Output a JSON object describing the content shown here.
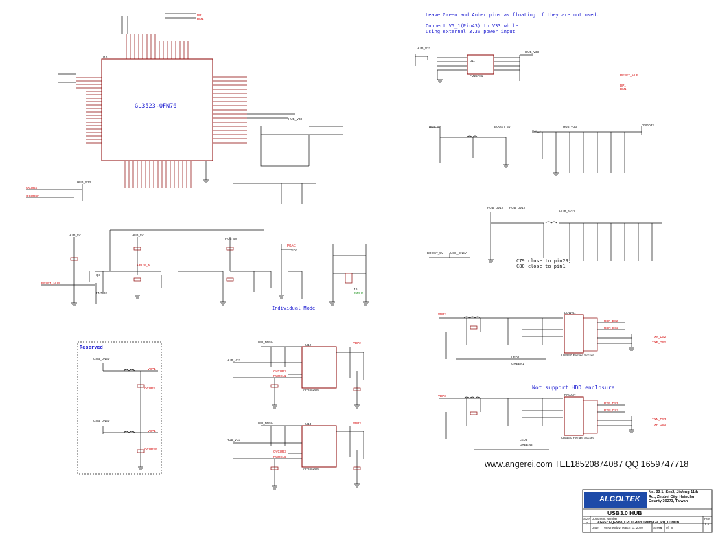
{
  "notes": {
    "floating_pins": "Leave Green and Amber pins as floating if they are not used.",
    "connect_line1": "Connect V5_1(Pin43) to V33 while",
    "connect_line2": "using external 3.3V power input",
    "individual_mode": "Individual Mode",
    "reserved": "Reserved",
    "hdd": "Not support HDD enclosure",
    "cap_note1": "C79 close to pin29,",
    "cap_note2": "C80 close to pin1"
  },
  "main_chip": {
    "ref": "U10",
    "part": "GL3523-QFN76"
  },
  "components": {
    "flash": {
      "ref": "U11",
      "part": "FM25F01"
    },
    "power_switch1": {
      "ref": "U12",
      "part": "AP2552W6"
    },
    "power_switch2": {
      "ref": "U13",
      "part": "AP2552W6"
    },
    "port1_conn": {
      "ref": "DDWN1",
      "part": "USB3.0 Female Socket"
    },
    "port2_conn": {
      "ref": "DDWN2",
      "part": "USB3.0 Female Socket"
    },
    "crystal": {
      "ref": "Y2",
      "part": "25MHz"
    },
    "mosfet": {
      "ref": "Q3",
      "part": "FN7002"
    },
    "led_dual": {
      "ref": "LED1",
      "part": "PGAC"
    },
    "led2": {
      "ref": "LED2",
      "part": "GREEN1"
    },
    "led3": {
      "ref": "LED3",
      "part": "GREEN3"
    }
  },
  "nets": {
    "hub_v33": "HUB_V33",
    "hub_5v": "HUB_5V",
    "usb_dn5v": "USB_DN5V",
    "boost_5v": "BOOST_5V",
    "dvdd33": "DVDD33",
    "hub_dv12": "HUB_DV12",
    "hub_av12": "HUB_AV12",
    "v33_1": "V33_1",
    "reset_hub": "RESET_HUB",
    "dm1": "DM1",
    "dp1": "DP1",
    "ocurs": "OCURS",
    "ocurs_f": "OCURSF",
    "vbus_in": "VBUS_IN",
    "vdp1": "VDP1",
    "vdp2": "VDP2",
    "vdp3": "VDP3",
    "pwren2": "PWREN2",
    "pwren3": "PWREN3",
    "ovcur2": "OVCUR2",
    "ovcur3": "OVCUR3",
    "txn_ds2": "TXN_DS2",
    "txp_ds2": "TXP_DS2",
    "rxp_ds2": "RXP_DS2",
    "rxn_ds2": "RXN_DS2",
    "txn_ds3": "TXN_DS3",
    "txp_ds3": "TXP_DS3",
    "rxp_ds3": "RXP_DS3",
    "rxn_ds3": "RXN_DS3"
  },
  "watermark": "www.angerei.com  TEL18520874087  QQ 1659747718",
  "title_block": {
    "company": "ALGOLTEK",
    "address": "No. 33-1, Sec2, Jiafeng 11th\nRd., Zhubei City, Hsinchu\nCounty 30273, Taiwan",
    "title": "USB3.0 HUB",
    "size_label": "Size",
    "size": "C",
    "doc_label": "Document Number",
    "doc": "AG6521-QFN88_CPLUGtoHDMIinVGA_PD_U3HUB",
    "rev_label": "Rev",
    "rev": "1.3",
    "date_label": "Date:",
    "date": "Wednesday, March 11, 2020",
    "sheet_label": "Sheet",
    "sheet": "8",
    "of_label": "of",
    "of": "8"
  },
  "colors": {
    "wire": "#111111",
    "component": "#8b0000",
    "net_label": "#d40000",
    "note": "#1a1ad0",
    "value": "#0a8a0a",
    "brand": "#1d4aa8"
  }
}
